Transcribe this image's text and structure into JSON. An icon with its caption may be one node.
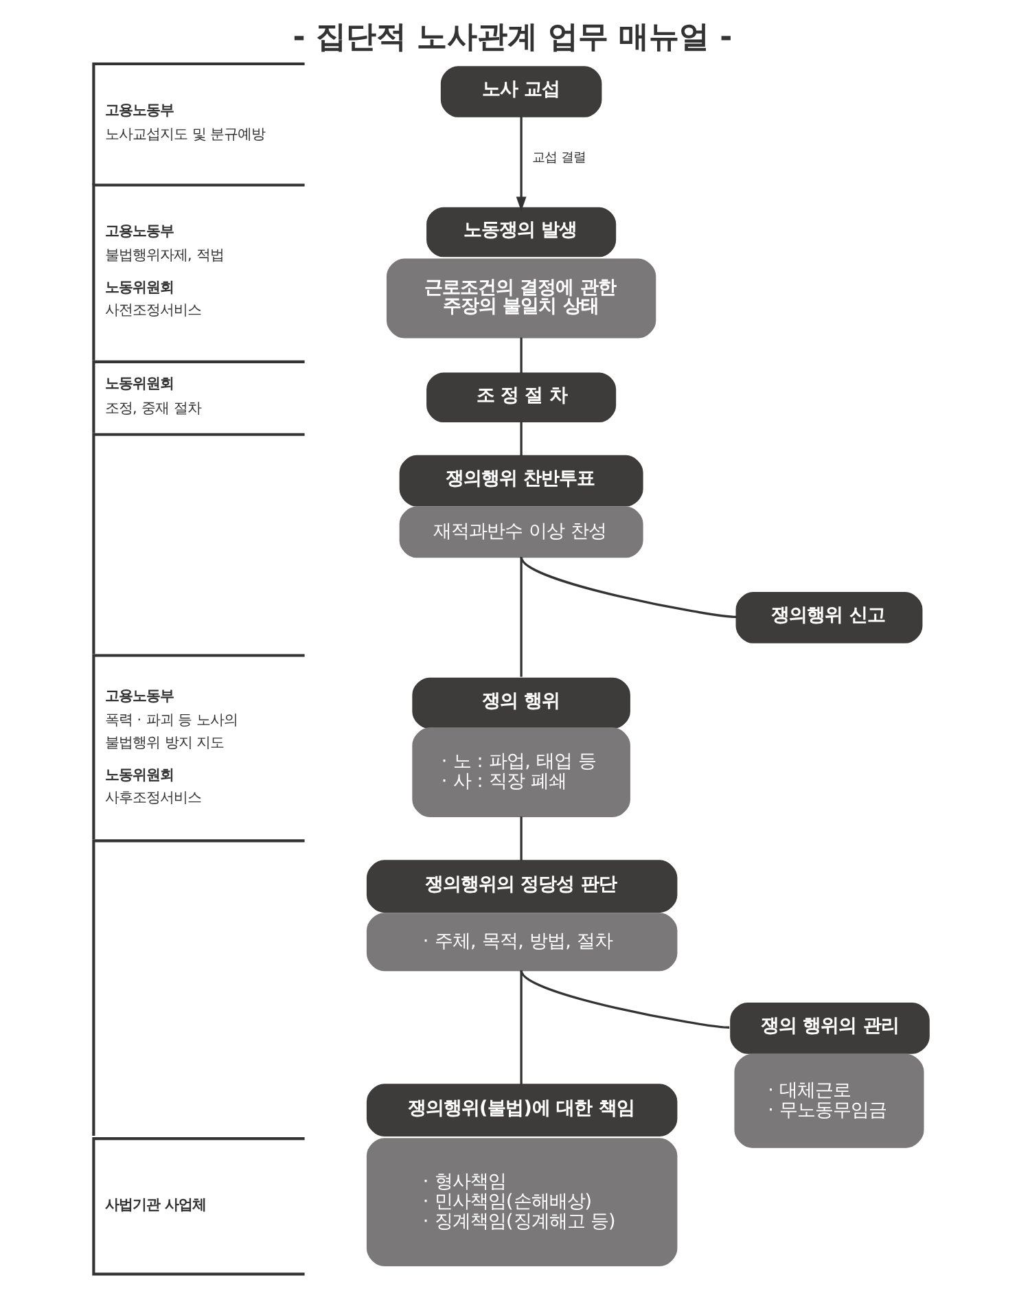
{
  "diagram": {
    "title": "- 집단적 노사관계 업무 매뉴얼 -",
    "nodes": [
      {
        "text": [
          "고용노동부",
          "노사교섭지도 및 분규예방"
        ]
      },
      {
        "text": [
          "노사 교섭"
        ]
      },
      {
        "text": [
          "고용노동부",
          "불법행위자제, 적법",
          "노동위원회",
          "사전조정서비스"
        ]
      },
      {
        "text": [
          "노동쟁의 발생"
        ]
      },
      {
        "text": [
          "근로조건의 결정에 관한 주장의 불일치 상태"
        ]
      },
      {
        "text": [
          "노동위원회",
          "조정, 중재 절차"
        ]
      },
      {
        "text": [
          "조 정 절 차"
        ]
      },
      {
        "text": [],
        "shape": "band"
      },
      {
        "text": [
          "쟁의행위 찬반투표"
        ]
      },
      {
        "text": [
          "재적과반수 이상 찬성"
        ]
      },
      {
        "text": [
          "쟁의행위 신고"
        ]
      },
      {
        "text": [
          "고용노동부",
          "폭력 · 파괴 등 노사의 불법행위 방지 지도",
          "노동위원회",
          "사후조정서비스"
        ]
      },
      {
        "text": [
          "쟁의 행위"
        ]
      },
      {
        "text": [
          "· 노 : 파업, 태업 등",
          "· 사 : 직장 폐쇄"
        ]
      },
      {
        "text": [],
        "shape": "band"
      },
      {
        "text": [
          "쟁의행위의 정당성 판단"
        ]
      },
      {
        "text": [
          "· 주체, 목적, 방법, 절차"
        ]
      },
      {
        "text": [
          "쟁의 행위의 관리"
        ]
      },
      {
        "text": [
          "쟁의행위(불법)에 대한 책임"
        ]
      },
      {
        "text": [
          "· 대체근로",
          "· 무노동무임금"
        ]
      },
      {
        "text": [
          "· 형사책임",
          "· 민사책임(손해배상)",
          "· 징계책임(징계해고 등)"
        ]
      },
      {
        "text": [
          "사법기관 사업체"
        ]
      }
    ],
    "edges": [
      {
        "from": 1,
        "to": 3,
        "arrow": "to",
        "label": "교섭 결렬"
      },
      {
        "from": 4,
        "to": 6,
        "arrow": "none"
      },
      {
        "from": 6,
        "to": 8,
        "arrow": "none"
      },
      {
        "from": 9,
        "to": 10,
        "arrow": "none"
      },
      {
        "from": 9,
        "to": 12,
        "arrow": "none"
      },
      {
        "from": 13,
        "to": 15,
        "arrow": "none"
      },
      {
        "from": 16,
        "to": 17,
        "arrow": "none"
      },
      {
        "from": 16,
        "to": 18,
        "arrow": "none"
      }
    ]
  }
}
